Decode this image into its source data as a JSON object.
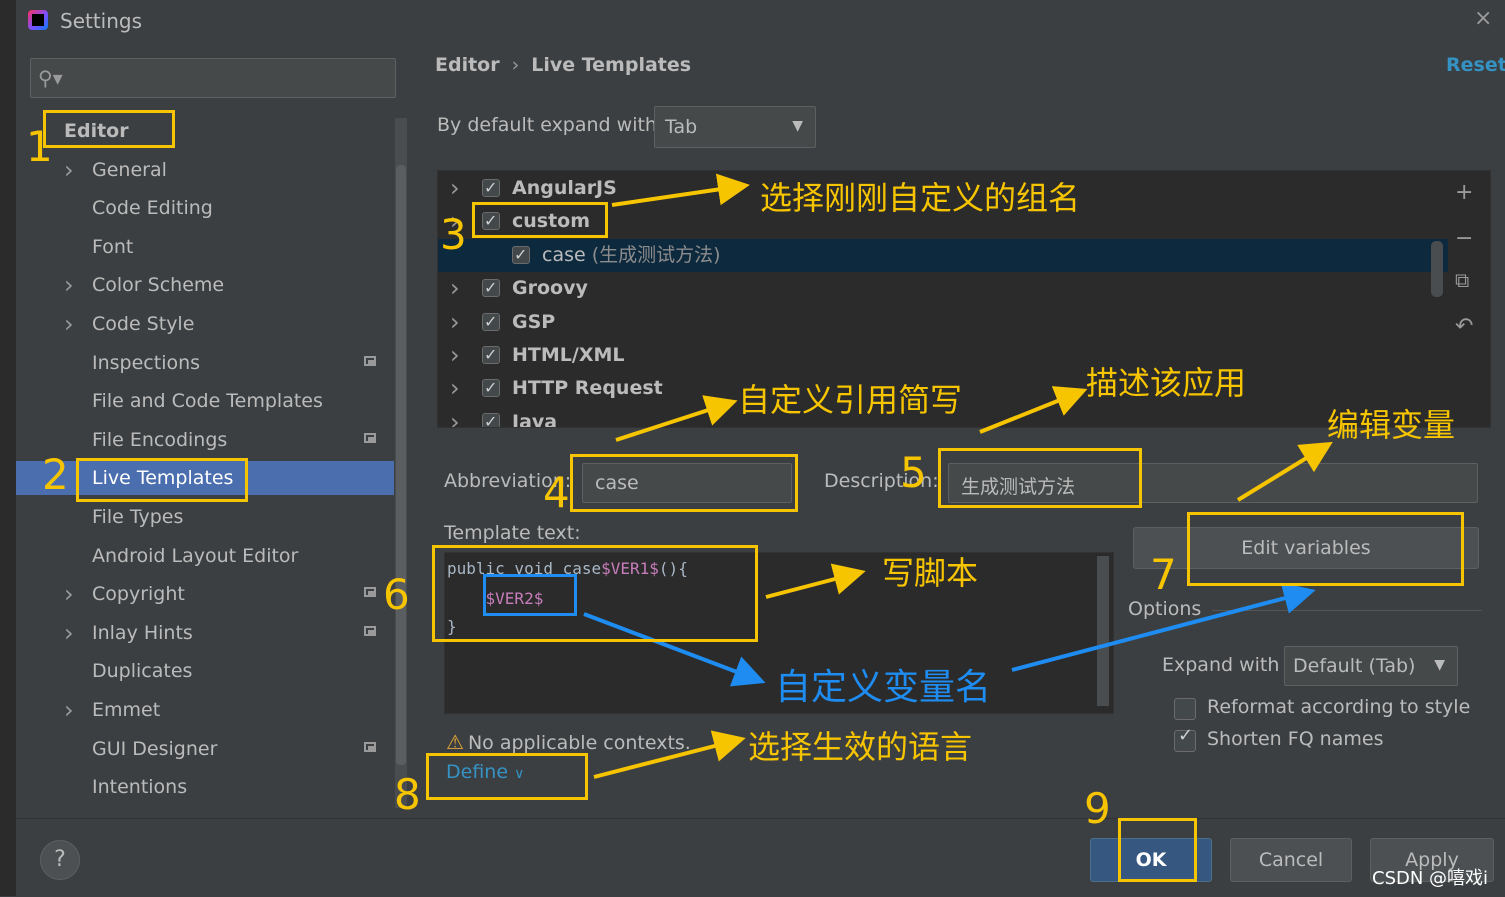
{
  "window": {
    "title": "Settings",
    "close_icon": "×"
  },
  "search": {
    "placeholder": ""
  },
  "sidebar": {
    "items": [
      {
        "label": "Editor",
        "expandable": false,
        "bold": true
      },
      {
        "label": "General",
        "expandable": true
      },
      {
        "label": "Code Editing",
        "expandable": false
      },
      {
        "label": "Font",
        "expandable": false
      },
      {
        "label": "Color Scheme",
        "expandable": true
      },
      {
        "label": "Code Style",
        "expandable": true
      },
      {
        "label": "Inspections",
        "expandable": false,
        "project": true
      },
      {
        "label": "File and Code Templates",
        "expandable": false
      },
      {
        "label": "File Encodings",
        "expandable": false,
        "project": true
      },
      {
        "label": "Live Templates",
        "expandable": false,
        "selected": true
      },
      {
        "label": "File Types",
        "expandable": false
      },
      {
        "label": "Android Layout Editor",
        "expandable": false
      },
      {
        "label": "Copyright",
        "expandable": true,
        "project": true
      },
      {
        "label": "Inlay Hints",
        "expandable": true,
        "project": true
      },
      {
        "label": "Duplicates",
        "expandable": false
      },
      {
        "label": "Emmet",
        "expandable": true
      },
      {
        "label": "GUI Designer",
        "expandable": false,
        "project": true
      },
      {
        "label": "Intentions",
        "expandable": false
      }
    ]
  },
  "header": {
    "breadcrumb_parent": "Editor",
    "breadcrumb_sep": "›",
    "breadcrumb_current": "Live Templates",
    "reset_label": "Reset"
  },
  "expand": {
    "label": "By default expand with",
    "value": "Tab"
  },
  "templates": {
    "groups": [
      {
        "name": "AngularJS",
        "checked": true
      },
      {
        "name": "custom",
        "checked": true
      },
      {
        "name": "case",
        "desc": "(生成测试方法)",
        "checked": true,
        "child": true,
        "selected": true
      },
      {
        "name": "Groovy",
        "checked": true
      },
      {
        "name": "GSP",
        "checked": true
      },
      {
        "name": "HTML/XML",
        "checked": true
      },
      {
        "name": "HTTP Request",
        "checked": true
      },
      {
        "name": "Java",
        "checked": true
      }
    ]
  },
  "form": {
    "abbreviation_label": "Abbreviation:",
    "abbreviation_value": "case",
    "description_label": "Description:",
    "description_value": "生成测试方法",
    "template_text_label": "Template text:",
    "code": {
      "line1_prefix": "public void case",
      "line1_var": "$VER1$",
      "line1_suffix": "(){",
      "line2_indent": "    ",
      "line2_var": "$VER2$",
      "line3": "}"
    },
    "edit_variables_label": "Edit variables"
  },
  "options": {
    "title": "Options",
    "expand_with_label": "Expand with",
    "expand_with_value": "Default (Tab)",
    "reformat_label": "Reformat according to style",
    "reformat_checked": false,
    "shorten_label": "Shorten FQ names",
    "shorten_checked": true
  },
  "context": {
    "warning": "No applicable contexts.",
    "define_label": "Define"
  },
  "buttons": {
    "ok": "OK",
    "cancel": "Cancel",
    "apply": "Apply",
    "help": "?"
  },
  "annotations": {
    "numbers": [
      "1",
      "2",
      "3",
      "4",
      "5",
      "6",
      "7",
      "8",
      "9"
    ],
    "texts": {
      "select_group": "选择刚刚自定义的组名",
      "abbr_hint": "自定义引用简写",
      "desc_hint": "描述该应用",
      "edit_vars_hint": "编辑变量",
      "script_hint": "写脚本",
      "var_name_hint": "自定义变量名",
      "lang_hint": "选择生效的语言"
    },
    "colors": {
      "yellow": "#f7c500",
      "blue": "#1e8cf0"
    }
  },
  "watermark": "CSDN @嘻戏i",
  "colors": {
    "accent": "#3592c4",
    "selection": "#4b6eaf",
    "background": "#3c3f41",
    "editor_bg": "#2b2b2b"
  }
}
